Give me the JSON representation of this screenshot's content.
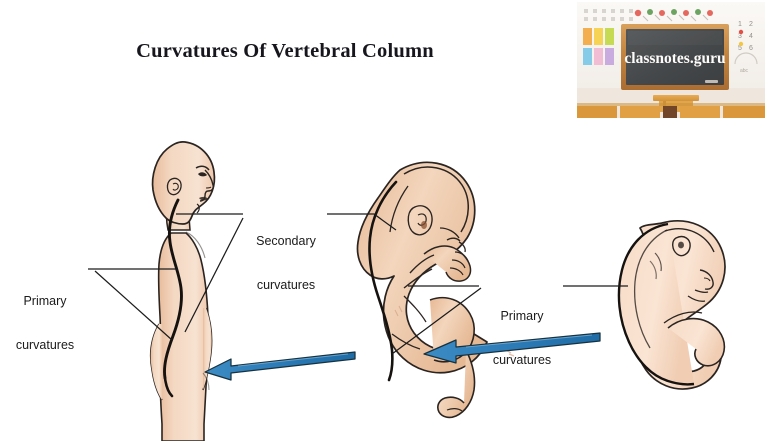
{
  "page": {
    "title": "Curvatures Of Vertebral Column",
    "background_color": "#ffffff"
  },
  "logo": {
    "name": "classnotes-guru-logo",
    "board_text": "classnotes.guru",
    "board_color": "#3c3f41",
    "frame_color": "#c07c34",
    "wall_color": "#f7f4f0",
    "desk_color": "#d89338"
  },
  "diagram": {
    "name": "vertebral-column-curvature-development",
    "figures": [
      {
        "id": "adult-figure",
        "label": "adult standing profile",
        "skin_color": "#f2d4bd",
        "outline_color": "#2b2420"
      },
      {
        "id": "fetus-figure",
        "label": "late fetus curled",
        "skin_color": "#f3d3b8",
        "outline_color": "#2b2420"
      },
      {
        "id": "embryo-figure",
        "label": "early embryo curled",
        "skin_color": "#f8ddc9",
        "outline_color": "#2b2420"
      }
    ],
    "annotations": [
      {
        "id": "primary-left",
        "line1": "Primary",
        "line2": "curvatures"
      },
      {
        "id": "secondary",
        "line1": "Secondary",
        "line2": "curvatures"
      },
      {
        "id": "primary-right",
        "line1": "Primary",
        "line2": "curvatures"
      }
    ],
    "arrows": [
      {
        "id": "arrow-fetus-to-adult",
        "direction": "left",
        "color": "#2e7cb8"
      },
      {
        "id": "arrow-embryo-to-fetus",
        "direction": "left",
        "color": "#2e7cb8"
      }
    ],
    "colors": {
      "arrow_blue": "#2e7cb8",
      "arrow_outline": "#1b2a33",
      "leader_line": "#1c1c1c",
      "skin": "#f2d4bd"
    }
  }
}
